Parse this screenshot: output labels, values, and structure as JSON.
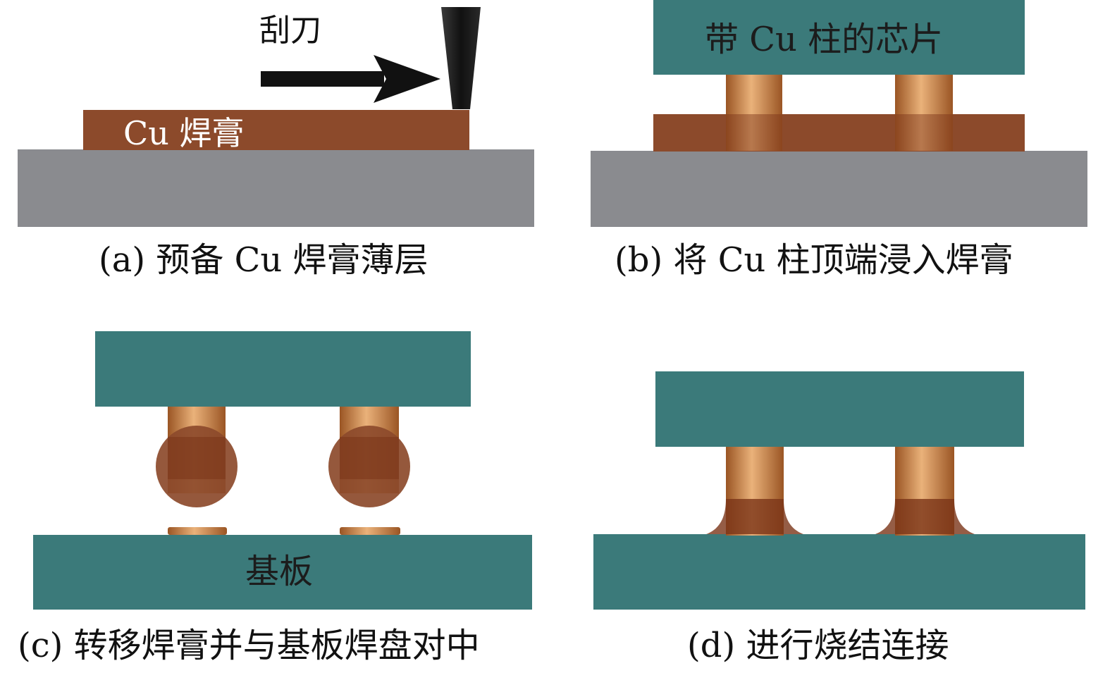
{
  "panels": {
    "a": {
      "caption": "(a) 预备 Cu 焊膏薄层",
      "paste_label": "Cu 焊膏",
      "blade_label": "刮刀"
    },
    "b": {
      "caption": "(b) 将 Cu 柱顶端浸入焊膏",
      "chip_label": "带 Cu 柱的芯片"
    },
    "c": {
      "caption": "(c) 转移焊膏并与基板焊盘对中",
      "substrate_label": "基板"
    },
    "d": {
      "caption": "(d) 进行烧结连接"
    }
  },
  "colors": {
    "substrate_gray": "#8a8b8f",
    "chip_teal": "#3b7a7a",
    "paste_brown": "#8c4a2b",
    "copper_light": "#e3a46c",
    "copper_dark": "#a8602c",
    "blade_black": "#1e1e1e"
  }
}
